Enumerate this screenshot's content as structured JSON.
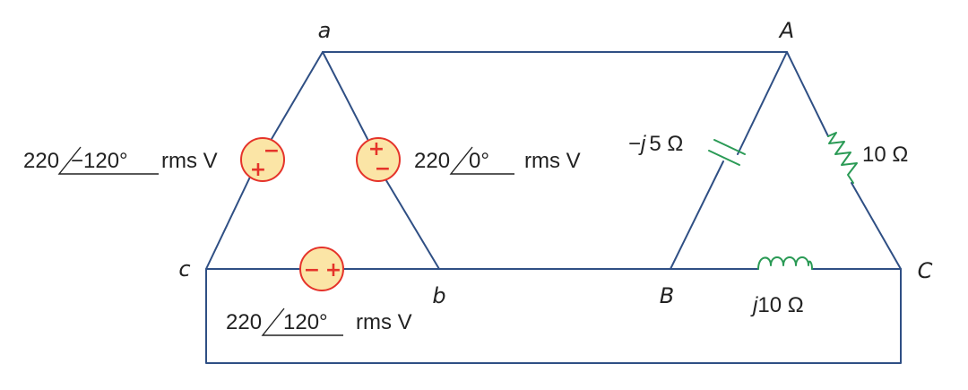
{
  "nodes": {
    "a": "a",
    "b": "b",
    "c": "c",
    "A": "A",
    "B": "B",
    "C": "C"
  },
  "sources": {
    "vca": {
      "magnitude": "220",
      "angle": "−120°",
      "unit": "rms V",
      "top_sign": "−",
      "bottom_sign": "+"
    },
    "vab": {
      "magnitude": "220",
      "angle": "0°",
      "unit": "rms V",
      "top_sign": "+",
      "bottom_sign": "−"
    },
    "vbc": {
      "magnitude": "220",
      "angle": "120°",
      "unit": "rms V",
      "left_sign": "−",
      "right_sign": "+"
    }
  },
  "loads": {
    "capacitor": {
      "prefix": "−",
      "j": "j",
      "value": "5 Ω"
    },
    "resistor": {
      "value": "10 Ω"
    },
    "inductor": {
      "j": "j",
      "value": "10 Ω"
    }
  },
  "colors": {
    "wire": "#2f4f84",
    "component": "#2a9a55",
    "source_fill": "#fbe5a6",
    "source_stroke": "#e5332a"
  }
}
